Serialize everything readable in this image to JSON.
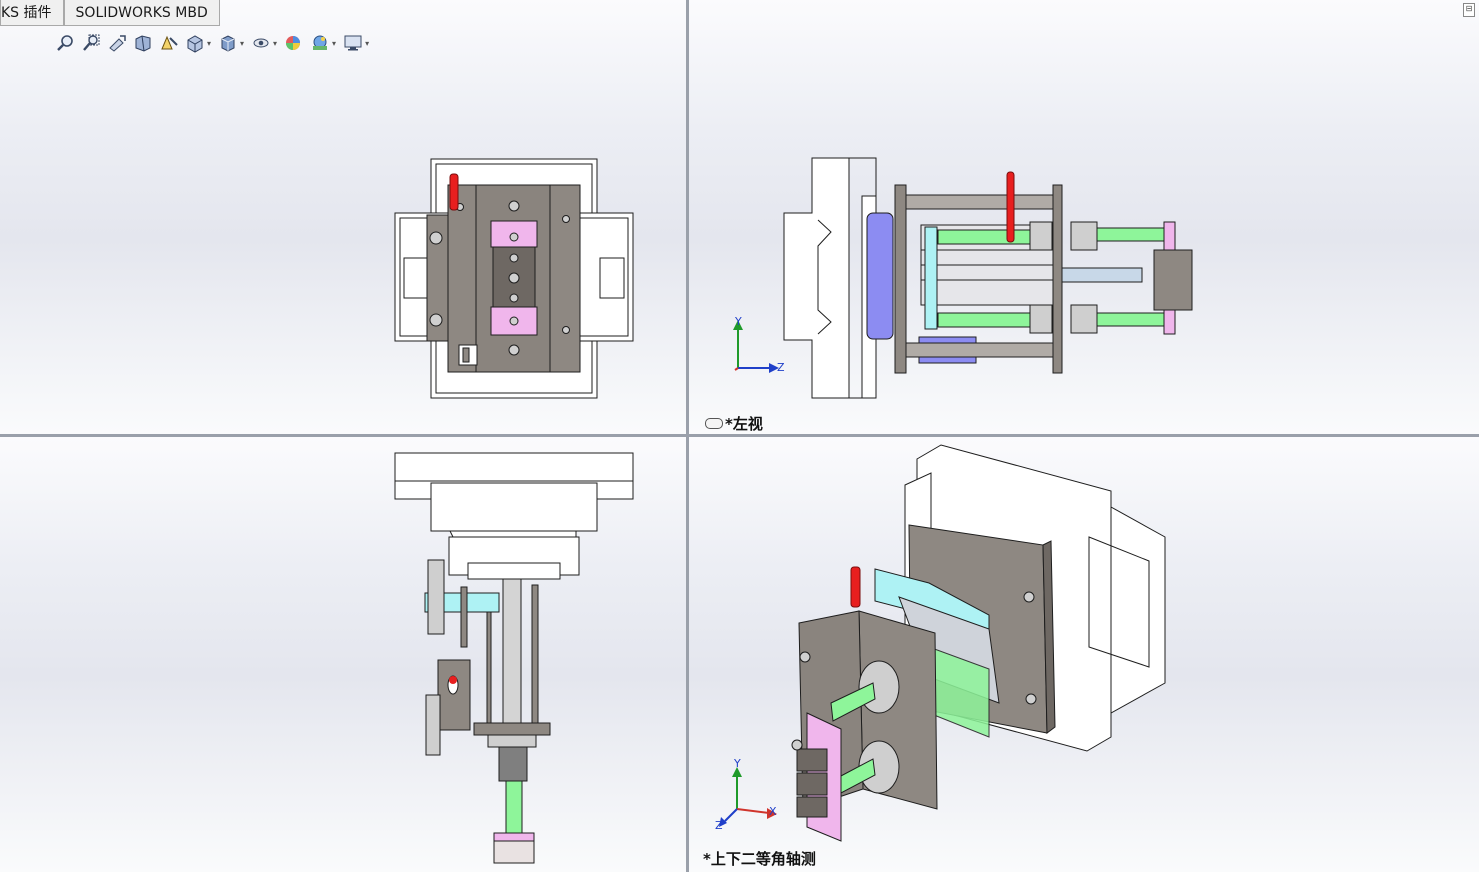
{
  "tabs": [
    {
      "label": "KS 插件"
    },
    {
      "label": "SOLIDWORKS MBD"
    }
  ],
  "heads_up_toolbar": [
    {
      "icon": "zoom-to-fit-icon"
    },
    {
      "icon": "zoom-to-area-icon"
    },
    {
      "icon": "previous-view-icon"
    },
    {
      "icon": "section-view-icon"
    },
    {
      "icon": "dynamic-annotation-icon"
    },
    {
      "icon": "view-orientation-icon",
      "dropdown": true
    },
    {
      "icon": "display-style-icon",
      "dropdown": true
    },
    {
      "icon": "hide-show-items-icon",
      "dropdown": true
    },
    {
      "icon": "edit-appearance-icon"
    },
    {
      "icon": "apply-scene-icon",
      "dropdown": true
    },
    {
      "icon": "view-settings-icon",
      "dropdown": true
    }
  ],
  "viewports": {
    "top_left": {
      "title": ""
    },
    "top_right": {
      "title": "*左视",
      "link_icon": "view-link-icon"
    },
    "bottom_left": {
      "title": ""
    },
    "bottom_right": {
      "title": "*上下二等角轴测"
    }
  },
  "triad": {
    "x": "X",
    "y": "Y",
    "z": "Z"
  },
  "colors": {
    "plate": "#8e8882",
    "pink_block": "#f0b6ec",
    "cyan_part": "#aef2f4",
    "green_rod": "#8ef59a",
    "red_pin": "#e81f1f",
    "blue_slider": "#8c8cf2",
    "line": "#1e1e1e"
  }
}
